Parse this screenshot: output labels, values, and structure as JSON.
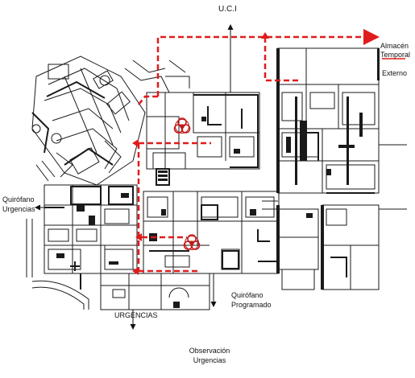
{
  "labels": {
    "uci": "U.C.I",
    "almacen_line1": "Almacén",
    "almacen_line2": "Temporal",
    "almacen_line3": "Externo",
    "quirofano_urg_line1": "Quirófano",
    "quirofano_urg_line2": "Urgencias",
    "urgencias": "URGENCIAS",
    "quirofano_prog_line1": "Quirófano",
    "quirofano_prog_line2": "Programado",
    "observacion_line1": "Observación",
    "observacion_line2": "Urgencias"
  },
  "icons": {
    "hazard": "biohazard-icon"
  },
  "colors": {
    "route": "#e01b1b",
    "walls": "#1a1a1a",
    "background": "#ffffff"
  }
}
